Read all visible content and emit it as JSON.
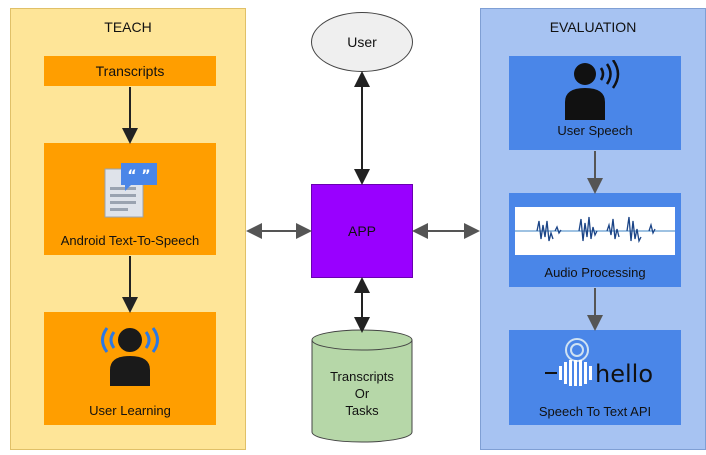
{
  "teach": {
    "title": "TEACH",
    "transcripts_label": "Transcripts",
    "tts_label": "Android Text-To-Speech",
    "learning_label": "User Learning"
  },
  "center": {
    "user_label": "User",
    "app_label": "APP",
    "db_label_line1": "Transcripts",
    "db_label_line2": "Or",
    "db_label_line3": "Tasks"
  },
  "evaluation": {
    "title": "EVALUATION",
    "speech_label": "User Speech",
    "audio_label": "Audio Processing",
    "api_label": "Speech To Text API",
    "hello_logo_text": "hello"
  },
  "colors": {
    "teach_panel": "#fee598",
    "teach_box": "#ff9e00",
    "eval_panel": "#a7c3f2",
    "eval_box": "#4a86e8",
    "app_box": "#9900ff",
    "db_fill": "#b6d7a8",
    "user_fill": "#efefef"
  }
}
